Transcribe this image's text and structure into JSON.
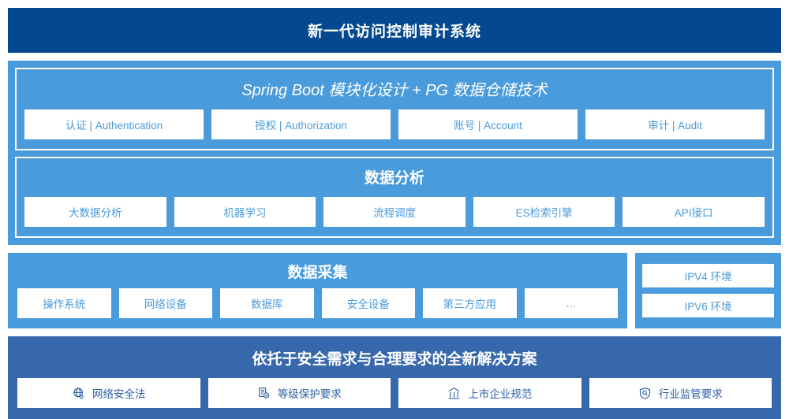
{
  "header": {
    "title": "新一代访问控制审计系统"
  },
  "colors": {
    "header_bg": "#04488F",
    "panel_bg": "#4A9BDB",
    "solution_bg": "#3868AC",
    "chip_bg": "#ffffff",
    "chip_text": "#4A9BDB",
    "solution_chip_text": "#2E5FA3"
  },
  "platform": {
    "title": "Spring Boot 模块化设计 + PG 数据仓储技术",
    "chips": [
      {
        "label": "认证 | Authentication"
      },
      {
        "label": "授权 | Authorization"
      },
      {
        "label": "账号 | Account"
      },
      {
        "label": "审计 | Audit"
      }
    ]
  },
  "analytics": {
    "title": "数据分析",
    "chips": [
      {
        "label": "大数据分析"
      },
      {
        "label": "机器学习"
      },
      {
        "label": "流程调度"
      },
      {
        "label": "ES检索引擎"
      },
      {
        "label": "API接口"
      }
    ]
  },
  "collection": {
    "title": "数据采集",
    "chips": [
      {
        "label": "操作系统"
      },
      {
        "label": "网络设备"
      },
      {
        "label": "数据库"
      },
      {
        "label": "安全设备"
      },
      {
        "label": "第三方应用"
      },
      {
        "label": "…"
      }
    ]
  },
  "environment": {
    "chips": [
      {
        "label": "IPV4 环境"
      },
      {
        "label": "IPV6 环境"
      }
    ]
  },
  "solution": {
    "title": "依托于安全需求与合理要求的全新解决方案",
    "chips": [
      {
        "label": "网络安全法",
        "icon": "globe-network-icon"
      },
      {
        "label": "等级保护要求",
        "icon": "document-check-icon"
      },
      {
        "label": "上市企业规范",
        "icon": "bank-building-icon"
      },
      {
        "label": "行业监管要求",
        "icon": "shield-search-icon"
      }
    ]
  }
}
